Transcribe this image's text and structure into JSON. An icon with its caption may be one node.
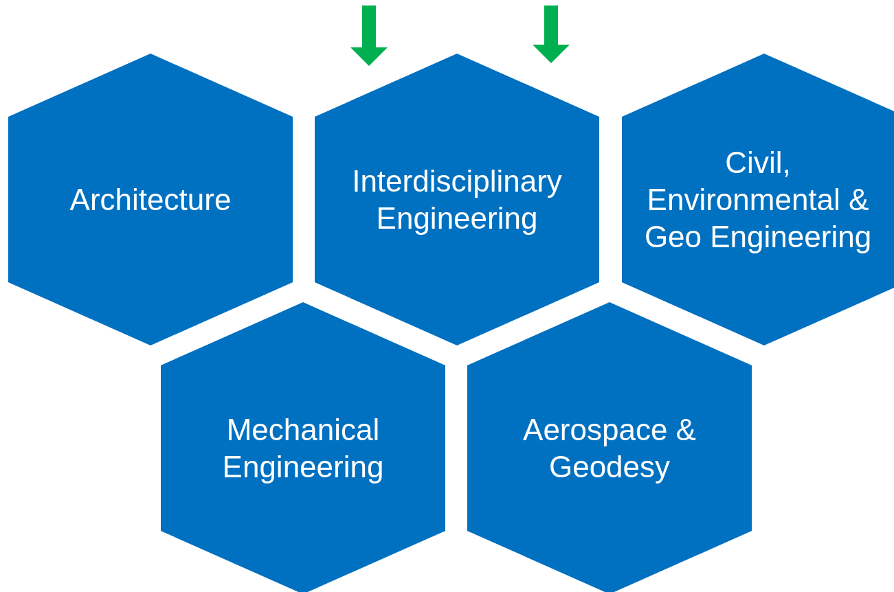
{
  "diagram": {
    "nodes": [
      {
        "text": [
          "Architecture"
        ]
      },
      {
        "text": [
          "Interdisciplinary Engineering"
        ]
      },
      {
        "text": [
          "Civil, Environmental & Geo Engineering"
        ]
      },
      {
        "text": [
          "Mechanical Engineering"
        ]
      },
      {
        "text": [
          "Aerospace & Geodesy"
        ]
      }
    ],
    "edges": [
      {
        "from": null,
        "to": 1,
        "arrow": "to"
      },
      {
        "from": null,
        "to": 1,
        "arrow": "to"
      }
    ]
  }
}
